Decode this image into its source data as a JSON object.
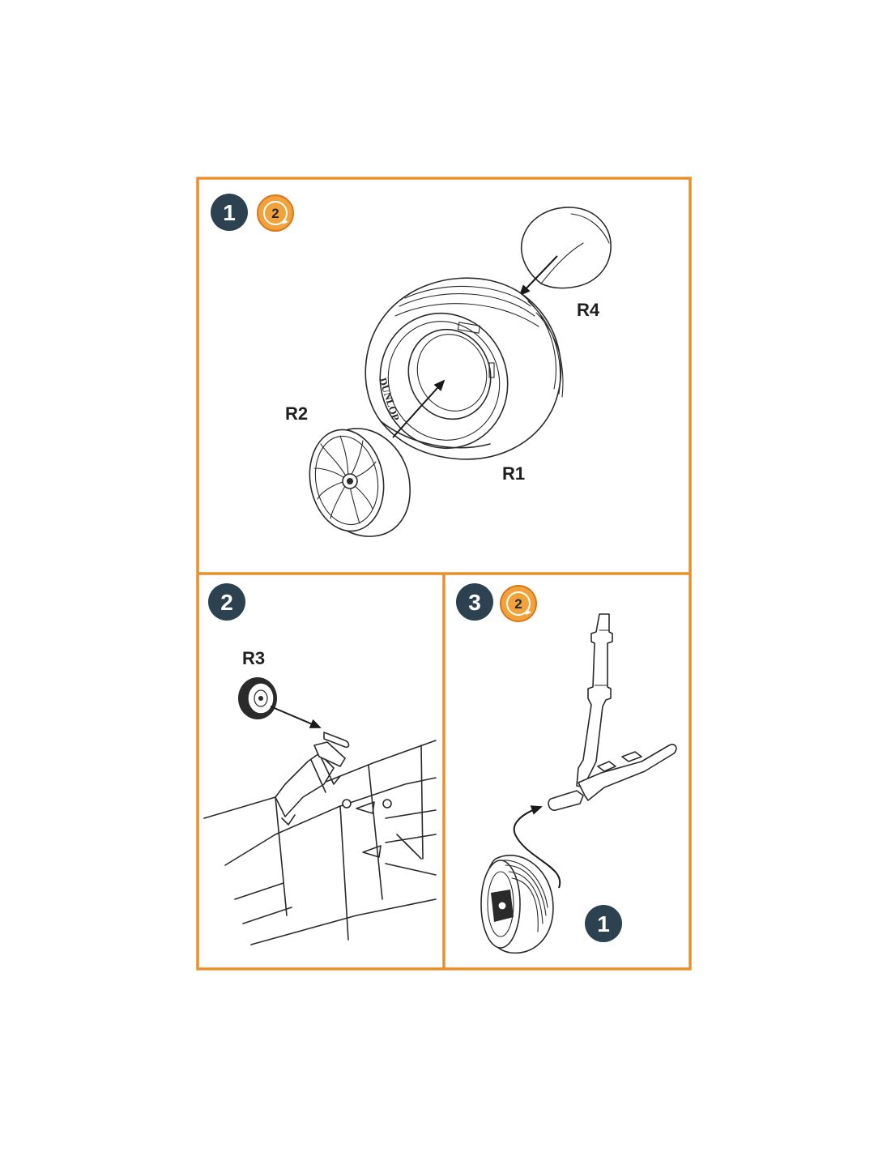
{
  "colors": {
    "frame": "#e8902f",
    "step_badge": "#2c4250",
    "ref_badge": "#f2a23a",
    "line_art": "#2a2a2a"
  },
  "panels": [
    {
      "step": "1",
      "ref_step": "2",
      "parts": [
        "R4",
        "R2",
        "R1"
      ]
    },
    {
      "step": "2",
      "parts": [
        "R3"
      ]
    },
    {
      "step": "3",
      "ref_step": "2",
      "sub_step": "1"
    }
  ],
  "tire_brand_text": "DUNLOP"
}
